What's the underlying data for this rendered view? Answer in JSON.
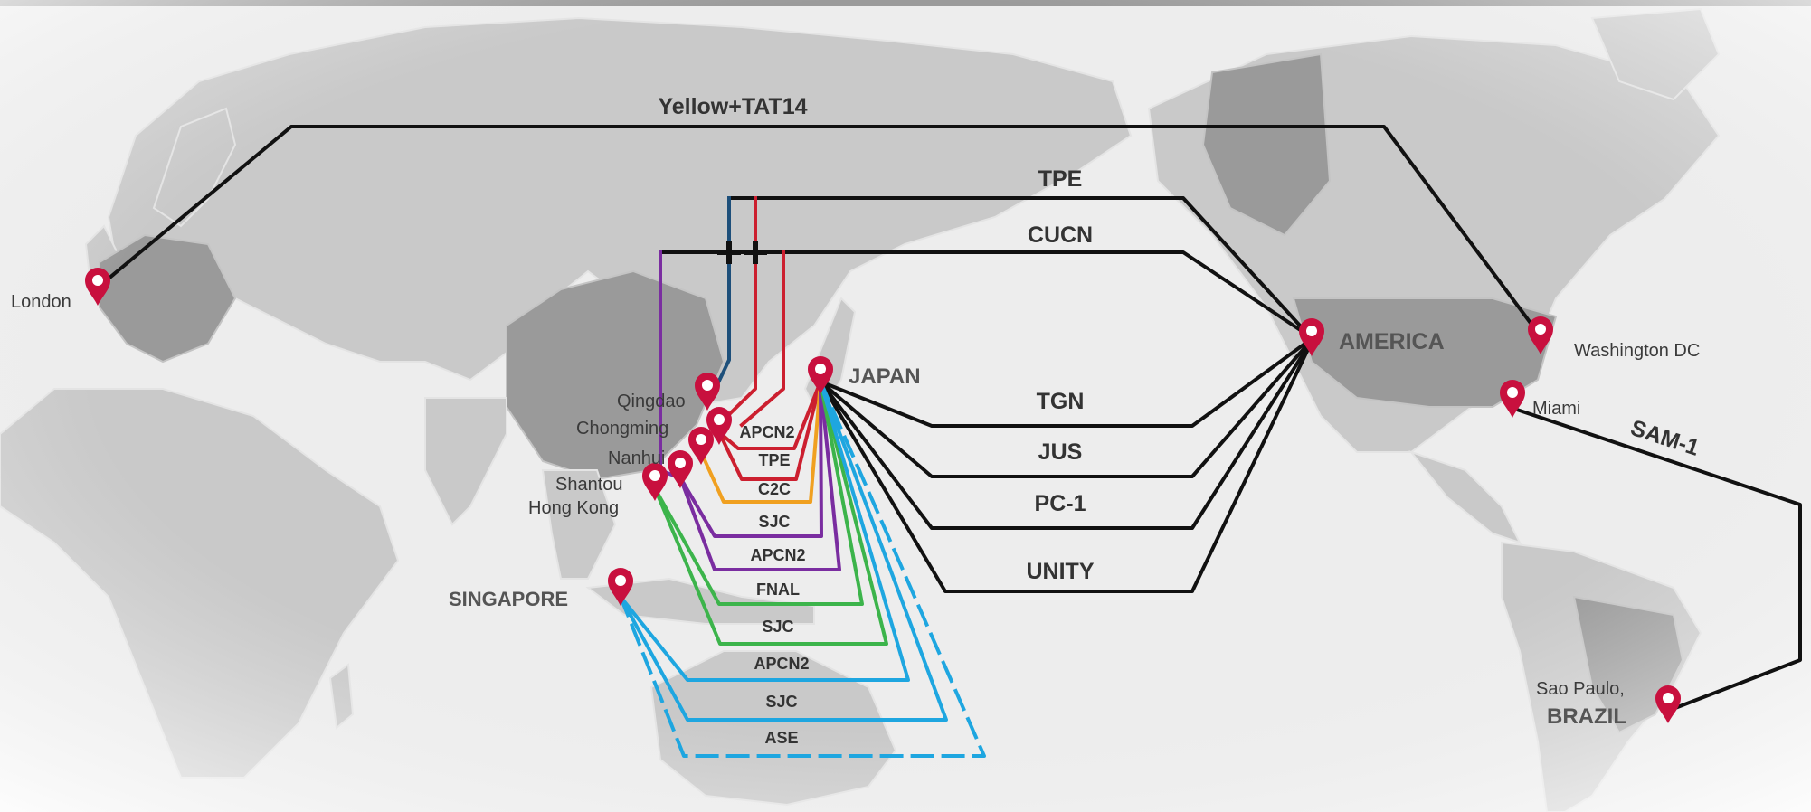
{
  "colors": {
    "black_cable": "#111111",
    "red_cable": "#cc1f2f",
    "navy_cable": "#1d4f7a",
    "purple_cable": "#7a2da0",
    "orange_cable": "#f0a020",
    "green_cable": "#3cb44b",
    "blue_cable": "#1ea6e0",
    "pin": "#c8103e",
    "land": "#c9c9c9",
    "land_dark": "#9a9a9a",
    "background": "#ededed"
  },
  "cables": {
    "yellow_tat14": "Yellow+TAT14",
    "tpe": "TPE",
    "cucn": "CUCN",
    "tgn": "TGN",
    "jus": "JUS",
    "pc1": "PC-1",
    "unity": "UNITY",
    "sam1": "SAM-1",
    "apcn2_a": "APCN2",
    "tpe_b": "TPE",
    "c2c": "C2C",
    "sjc_a": "SJC",
    "apcn2_b": "APCN2",
    "fnal": "FNAL",
    "sjc_b": "SJC",
    "apcn2_c": "APCN2",
    "sjc_c": "SJC",
    "ase": "ASE"
  },
  "cities": {
    "london": "London",
    "qingdao": "Qingdao",
    "chongming": "Chongming",
    "nanhui": "Nanhui",
    "shantou": "Shantou",
    "hongkong": "Hong Kong",
    "singapore": "SINGAPORE",
    "japan": "JAPAN",
    "america": "AMERICA",
    "washington": "Washington DC",
    "miami": "Miami",
    "saopaulo": "Sao Paulo,",
    "brazil": "BRAZIL"
  },
  "icons": {
    "marker": "map-pin-icon",
    "junction": "cable-junction-icon"
  }
}
